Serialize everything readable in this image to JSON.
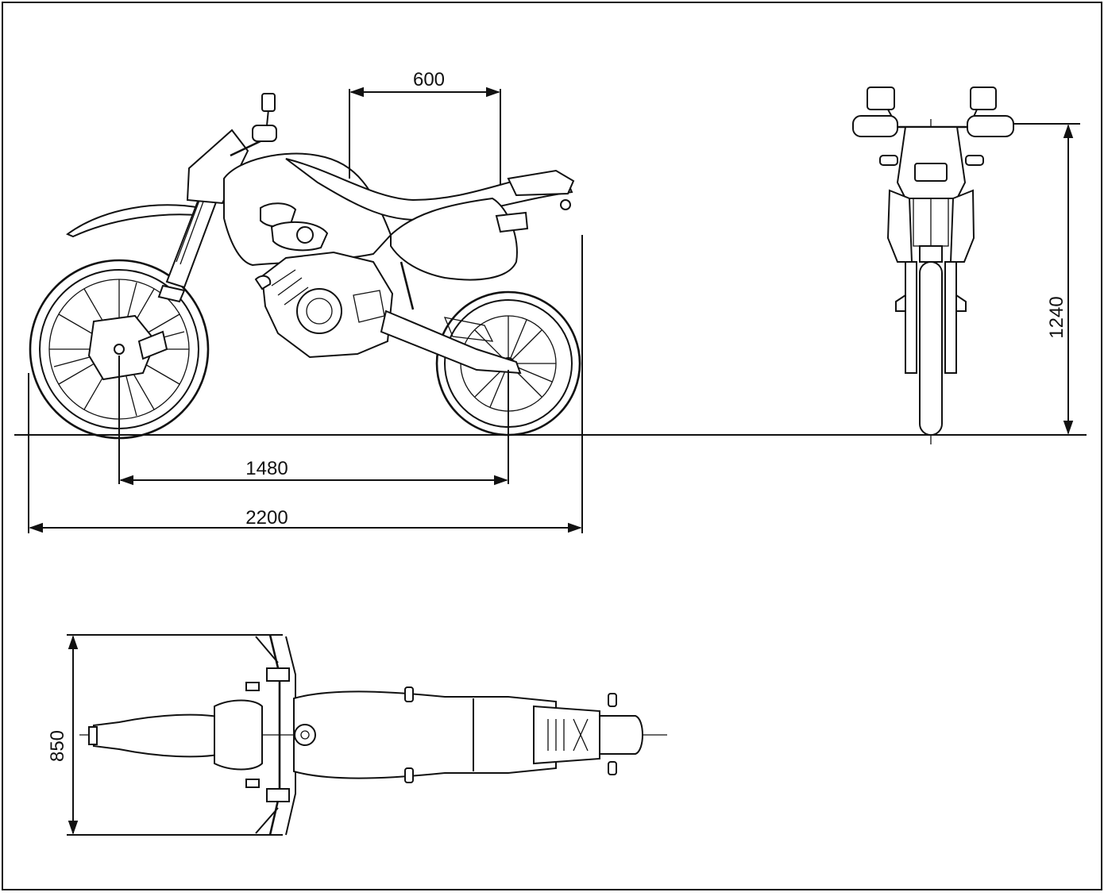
{
  "dimensions": {
    "seat_length": "600",
    "wheelbase": "1480",
    "overall_length": "2200",
    "overall_height": "1240",
    "overall_width": "850"
  },
  "colors": {
    "ink": "#111111",
    "paper": "#ffffff"
  },
  "views": {
    "side": "motorcycle-side-view",
    "front": "motorcycle-front-view",
    "top": "motorcycle-top-view"
  }
}
